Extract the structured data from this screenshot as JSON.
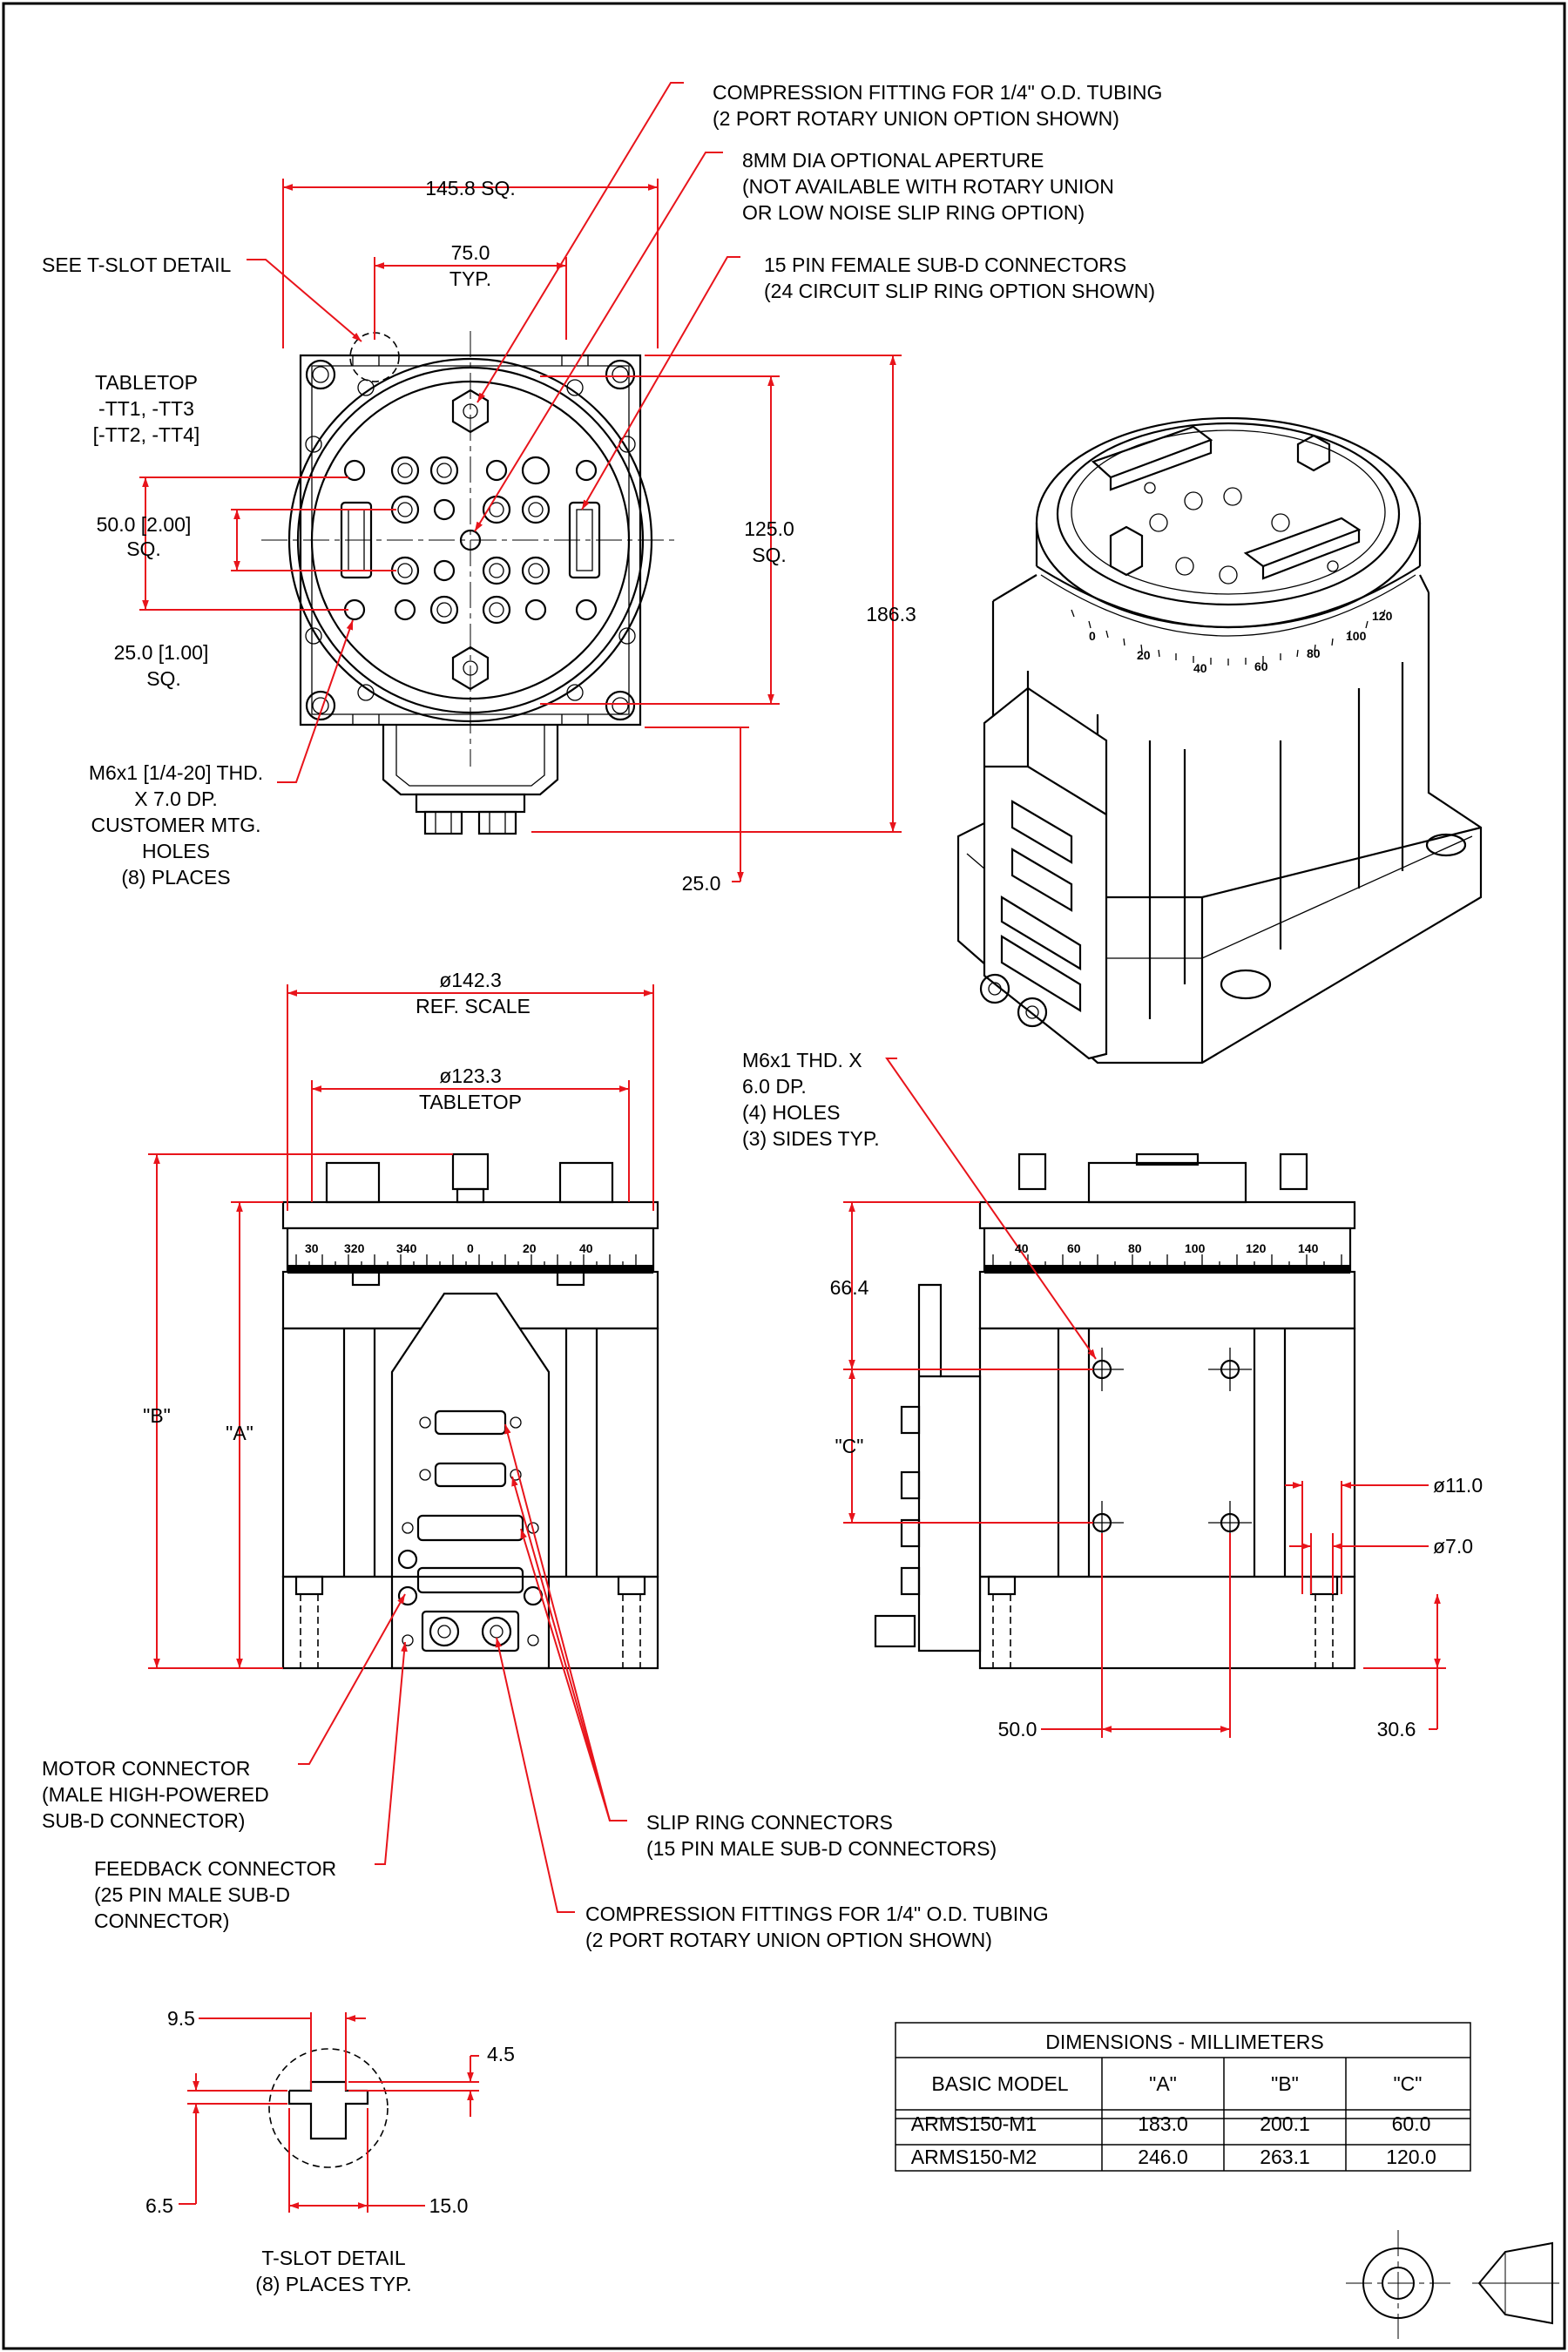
{
  "colors": {
    "dimension": "#e8141b",
    "line": "#000000",
    "background": "#ffffff"
  },
  "callouts": {
    "compression_top": [
      "COMPRESSION FITTING FOR 1/4\" O.D. TUBING",
      "(2 PORT ROTARY UNION OPTION SHOWN)"
    ],
    "aperture": [
      "8MM DIA OPTIONAL APERTURE",
      "(NOT AVAILABLE WITH ROTARY UNION",
      "OR LOW NOISE SLIP RING OPTION)"
    ],
    "subd_female": [
      "15 PIN FEMALE SUB-D CONNECTORS",
      "(24 CIRCUIT SLIP RING OPTION SHOWN)"
    ],
    "tslot_see": "SEE T-SLOT DETAIL",
    "tabletop": [
      "TABLETOP",
      "-TT1, -TT3",
      "[-TT2, -TT4]"
    ],
    "mtg_holes": [
      "M6x1 [1/4-20] THD.",
      "X 7.0 DP.",
      "CUSTOMER MTG.",
      "HOLES",
      "(8) PLACES"
    ],
    "side_holes": [
      "M6x1 THD. X",
      "6.0 DP.",
      "(4) HOLES",
      "(3) SIDES TYP."
    ],
    "motor_conn": [
      "MOTOR CONNECTOR",
      "(MALE HIGH-POWERED",
      "SUB-D CONNECTOR)"
    ],
    "feedback_conn": [
      "FEEDBACK CONNECTOR",
      "(25 PIN MALE SUB-D",
      "CONNECTOR)"
    ],
    "slip_conn": [
      "SLIP RING CONNECTORS",
      "(15 PIN MALE SUB-D CONNECTORS)"
    ],
    "compression_bottom": [
      "COMPRESSION FITTINGS FOR 1/4\" O.D. TUBING",
      "(2 PORT ROTARY UNION OPTION SHOWN)"
    ],
    "tslot_detail": [
      "T-SLOT DETAIL",
      "(8) PLACES TYP."
    ]
  },
  "dims": {
    "sq_145": "145.8 SQ.",
    "d75": "75.0",
    "typ": "TYP.",
    "d50": "50.0  [2.00]",
    "sq": "SQ.",
    "d25": "25.0  [1.00]",
    "d125": "125.0",
    "d186": "186.3",
    "d25b": "25.0",
    "d142": "ø142.3",
    "ref_scale": "REF. SCALE",
    "d123": "ø123.3",
    "tabletop": "TABLETOP",
    "B": "\"B\"",
    "A": "\"A\"",
    "d66": "66.4",
    "C": "\"C\"",
    "d11": "ø11.0",
    "d7": "ø7.0",
    "d50b": "50.0",
    "d30": "30.6",
    "t95": "9.5",
    "t45": "4.5",
    "t65": "6.5",
    "t15": "15.0"
  },
  "scale_labels": {
    "front": [
      "30",
      "320",
      "340",
      "0",
      "20",
      "40"
    ],
    "side": [
      "40",
      "60",
      "80",
      "100",
      "120",
      "140"
    ],
    "iso": [
      "0",
      "20",
      "40",
      "60",
      "80",
      "100",
      "120"
    ]
  },
  "table": {
    "title": "DIMENSIONS - MILLIMETERS",
    "headers": [
      "BASIC MODEL",
      "\"A\"",
      "\"B\"",
      "\"C\""
    ],
    "rows": [
      [
        "ARMS150-M1",
        "183.0",
        "200.1",
        "60.0"
      ],
      [
        "ARMS150-M2",
        "246.0",
        "263.1",
        "120.0"
      ]
    ]
  },
  "symbol": {
    "name": "third-angle-projection-icon"
  }
}
